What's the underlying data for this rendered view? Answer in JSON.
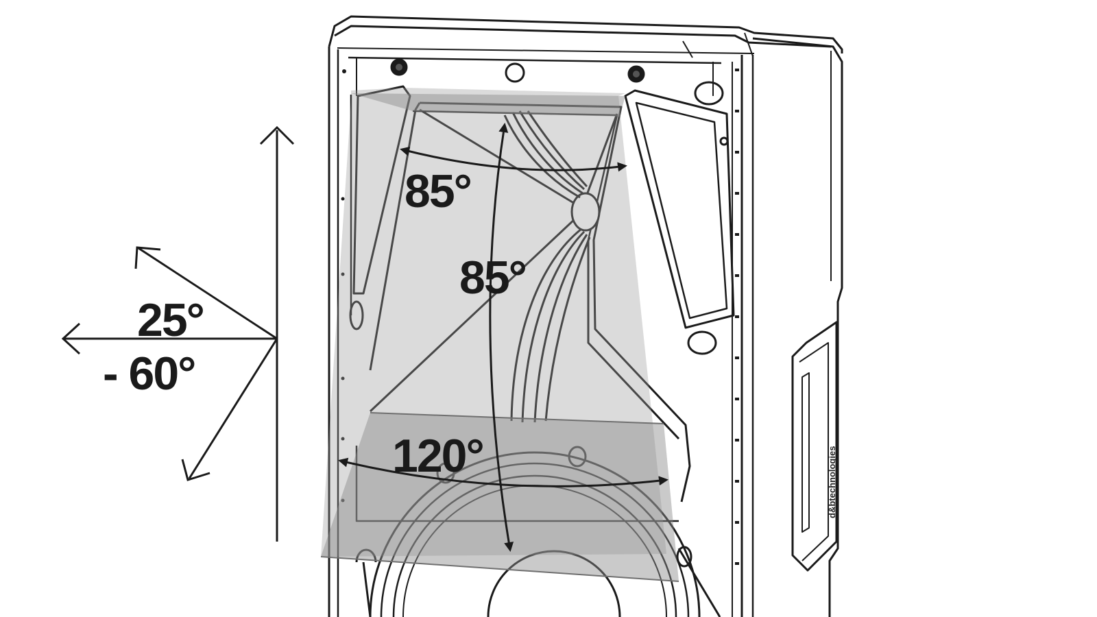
{
  "angles": {
    "tilt_up": "25°",
    "tilt_down": "- 60°",
    "upper_horizontal": "85°",
    "vertical": "85°",
    "lower_horizontal": "120°"
  },
  "brand": "d&btechnologies",
  "colors": {
    "line": "#1a1a1a",
    "coverage_fill": "#9a9a9a",
    "background": "#ffffff"
  }
}
